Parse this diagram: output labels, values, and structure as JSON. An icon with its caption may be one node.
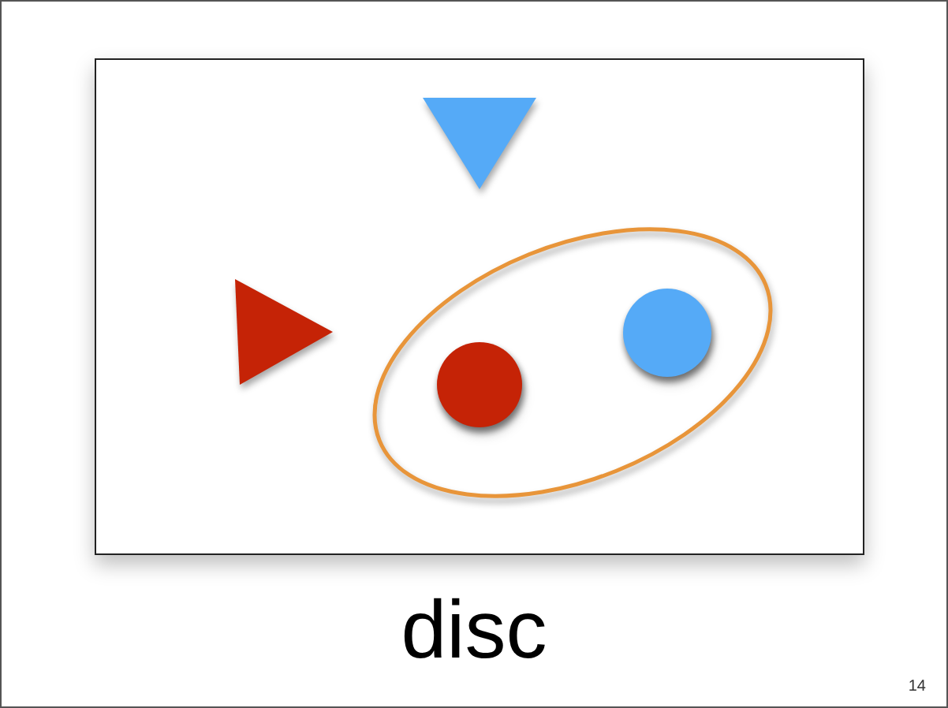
{
  "diagram": {
    "caption": "disc",
    "nodes": [
      {
        "text": [],
        "shape": "box"
      },
      {
        "text": [],
        "shape": "triangle",
        "in": 0
      },
      {
        "text": [],
        "shape": "triangle",
        "in": 0
      },
      {
        "text": [],
        "shape": "ellipse",
        "in": 0
      },
      {
        "text": [],
        "shape": "circle",
        "in": 3
      },
      {
        "text": [],
        "shape": "circle",
        "in": 3
      }
    ],
    "labels": [
      "14"
    ]
  }
}
